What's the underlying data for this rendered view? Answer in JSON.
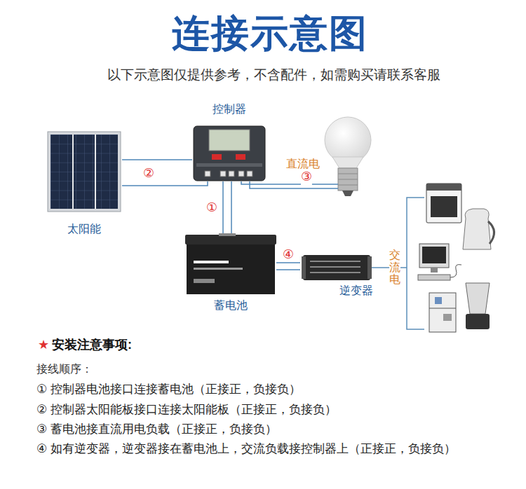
{
  "diagram": {
    "title": "连接示意图",
    "nodes": [
      {
        "text": [
          "太阳能"
        ]
      },
      {
        "text": [
          "控制器"
        ]
      },
      {
        "text": [
          "蓄电池"
        ]
      },
      {
        "text": [
          "逆变器"
        ]
      }
    ],
    "edges": [
      {
        "from": 0,
        "to": 1,
        "label": "②",
        "arrow": "none"
      },
      {
        "from": 1,
        "to": 2,
        "label": "①",
        "arrow": "none"
      },
      {
        "from": 2,
        "to": 3,
        "label": "④",
        "arrow": "none"
      }
    ],
    "labels": [
      "以下示意图仅提供参考，不含配件，如需购买请联系客服",
      "直流电",
      "③",
      "交流电",
      "★",
      "安装注意事项:",
      "接线顺序：",
      "① 控制器电池接口连接蓄电池（正接正，负接负）",
      "② 控制器太阳能板接口连接太阳能板（正接正，负接负）",
      "③ 蓄电池接直流用电负载（正接正，负接负）",
      "④ 如有逆变器，逆变器接在蓄电池上，交流负载接控制器上（正接正，负接负）"
    ]
  }
}
